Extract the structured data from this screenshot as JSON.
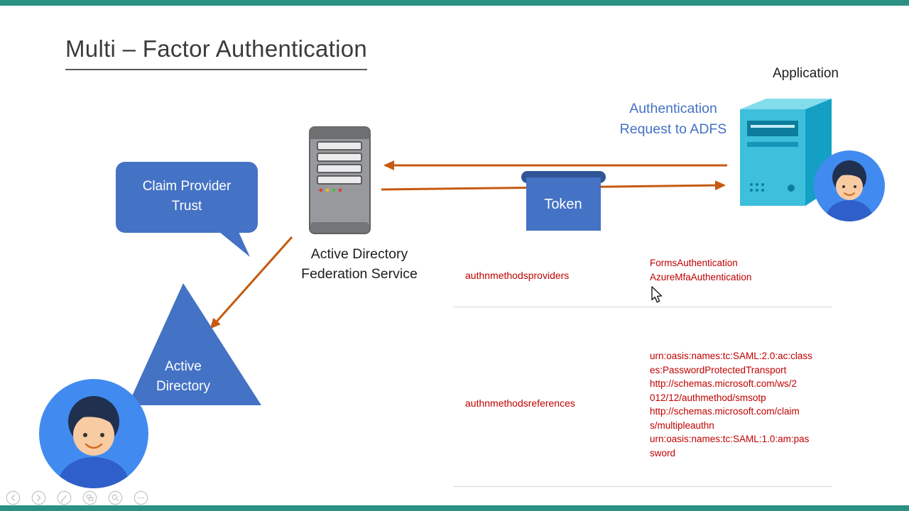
{
  "slide": {
    "title": "Multi – Factor Authentication",
    "application_label": "Application",
    "auth_request_label": "Authentication\nRequest to ADFS",
    "claim_provider_trust_label": "Claim Provider\nTrust",
    "adfs_label": "Active Directory\nFederation Service",
    "active_directory_label": "Active\nDirectory",
    "token_label": "Token",
    "icons": {
      "application_node": "teal-computer-tower-icon",
      "adfs_node": "gray-server-icon",
      "user_nodes": "person-avatar-icon"
    },
    "colors": {
      "accent_blue": "#4472C4",
      "arrow_orange": "#C55A11",
      "value_red": "#C00000",
      "frame_teal": "#2A9184"
    }
  },
  "properties_table": {
    "rows": [
      {
        "name": "authnmethodsproviders",
        "value_lines": [
          "FormsAuthentication",
          "AzureMfaAuthentication"
        ]
      },
      {
        "name": "authnmethodsreferences",
        "value_lines": [
          "urn:oasis:names:tc:SAML:2.0:ac:class",
          "es:PasswordProtectedTransport",
          "http://schemas.microsoft.com/ws/2",
          "012/12/authmethod/smsotp",
          "http://schemas.microsoft.com/claim",
          "s/multipleauthn",
          "urn:oasis:names:tc:SAML:1.0:am:pas",
          "sword"
        ]
      }
    ]
  },
  "presenter_controls": {
    "items": [
      "previous-slide",
      "next-slide",
      "pen-tools",
      "see-all-slides",
      "zoom",
      "more-options"
    ]
  }
}
